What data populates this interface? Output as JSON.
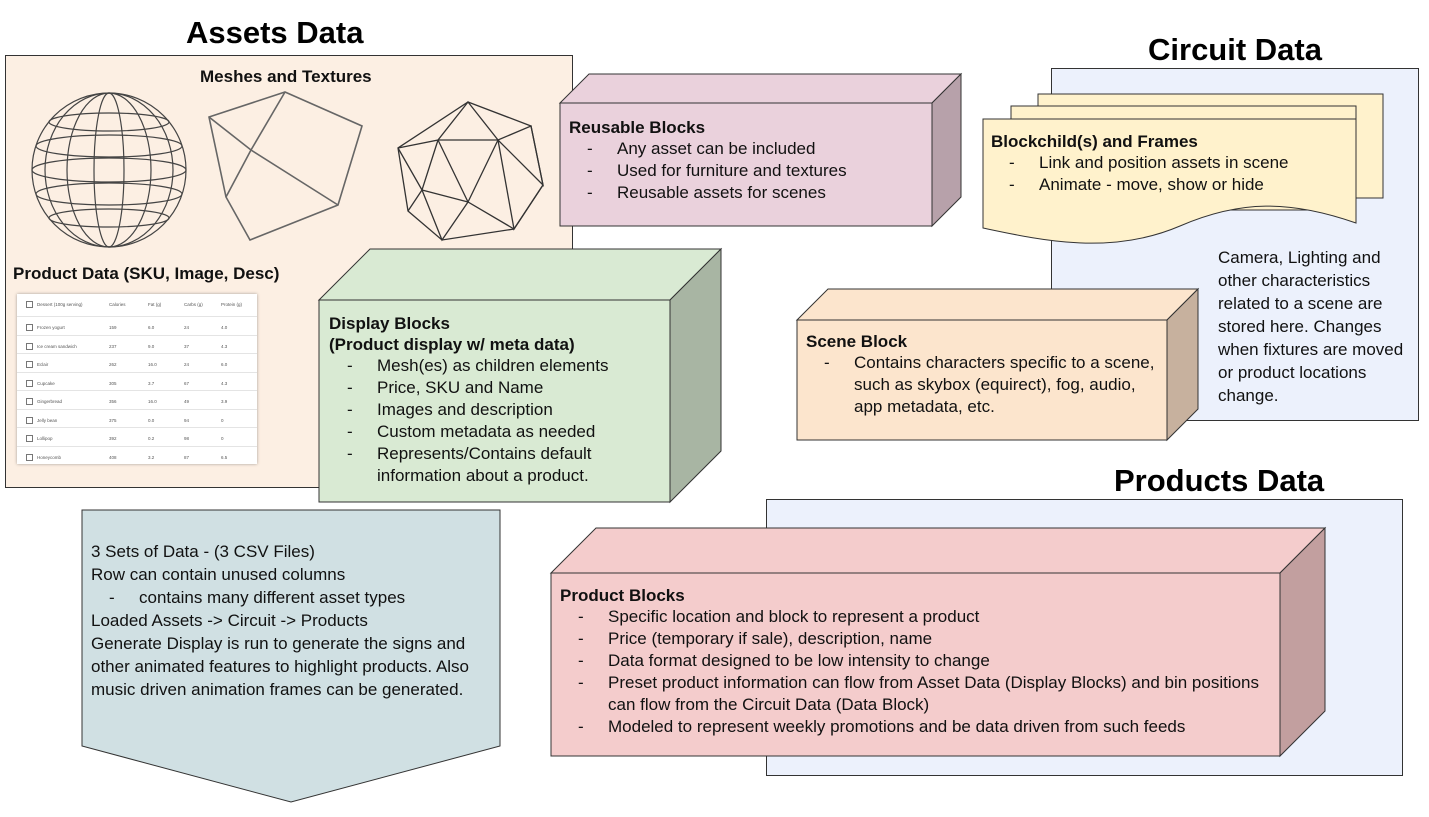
{
  "assets": {
    "title": "Assets Data",
    "meshes_title": "Meshes and Textures",
    "product_data_title": "Product Data (SKU, Image, Desc)",
    "table": {
      "headers": [
        "Dessert (100g serving)",
        "Calories",
        "Fat (g)",
        "Carbs (g)",
        "Protein (g)"
      ],
      "rows": [
        [
          "Frozen yogurt",
          "159",
          "6.0",
          "24",
          "4.0"
        ],
        [
          "Ice cream sandwich",
          "237",
          "9.0",
          "37",
          "4.3"
        ],
        [
          "Eclair",
          "262",
          "16.0",
          "24",
          "6.0"
        ],
        [
          "Cupcake",
          "305",
          "3.7",
          "67",
          "4.3"
        ],
        [
          "Gingerbread",
          "356",
          "16.0",
          "49",
          "3.9"
        ],
        [
          "Jelly bean",
          "375",
          "0.0",
          "94",
          "0"
        ],
        [
          "Lollipop",
          "392",
          "0.2",
          "98",
          "0"
        ],
        [
          "Honeycomb",
          "408",
          "3.2",
          "87",
          "6.5"
        ]
      ]
    }
  },
  "reusable": {
    "title": "Reusable Blocks",
    "items": [
      "Any asset can be included",
      "Used for furniture and textures",
      "Reusable assets for scenes"
    ]
  },
  "display": {
    "title1": "Display Blocks",
    "title2": "(Product display w/ meta data)",
    "items": [
      "Mesh(es) as children elements",
      "Price, SKU and Name",
      "Images and description",
      "Custom metadata as needed",
      "Represents/Contains default information about a product."
    ]
  },
  "circuit": {
    "title": "Circuit Data",
    "blockchild_title": "Blockchild(s) and Frames",
    "blockchild_items": [
      "Link and position assets in scene",
      "Animate - move, show or hide"
    ],
    "note": "Camera, Lighting and other characteristics related to a scene are stored here. Changes when fixtures are moved or product locations change."
  },
  "scene": {
    "title": "Scene Block",
    "items": [
      "Contains characters specific to a scene, such as skybox (equirect), fog, audio, app metadata, etc."
    ]
  },
  "products": {
    "title": "Products Data",
    "block_title": "Product Blocks",
    "items": [
      "Specific location and block to represent a product",
      "Price (temporary if sale), description, name",
      "Data format designed to be low intensity to change",
      "Preset product information can flow from Asset Data (Display Blocks) and bin positions can flow from the Circuit Data (Data Block)",
      "Modeled to represent weekly promotions and be data driven from such feeds"
    ]
  },
  "flow": {
    "line1": "3 Sets of Data - (3 CSV Files)",
    "line2": "Row can contain unused columns",
    "bullet": "contains many different asset types",
    "line3": "Loaded Assets -> Circuit -> Products",
    "line4": "Generate Display is run to generate the signs and other animated features to highlight products.  Also music driven animation frames can be generated."
  },
  "colors": {
    "assets_bg": "#fcefe3",
    "reusable_front": "#ead1dc",
    "reusable_side": "#b7a1aa",
    "display_front": "#d9ead3",
    "display_side": "#a8b5a3",
    "circuit_bg": "#ecf1fc",
    "paper": "#fff2cc",
    "scene_front": "#fce5cd",
    "scene_side": "#c7b19e",
    "products_bg": "#ecf1fc",
    "product_front": "#f4cccc",
    "product_side": "#c29f9f",
    "flow_bg": "#d0e0e3"
  },
  "icons": [
    "sphere-wireframe-icon",
    "cube-wireframe-icon",
    "icosahedron-wireframe-icon"
  ]
}
